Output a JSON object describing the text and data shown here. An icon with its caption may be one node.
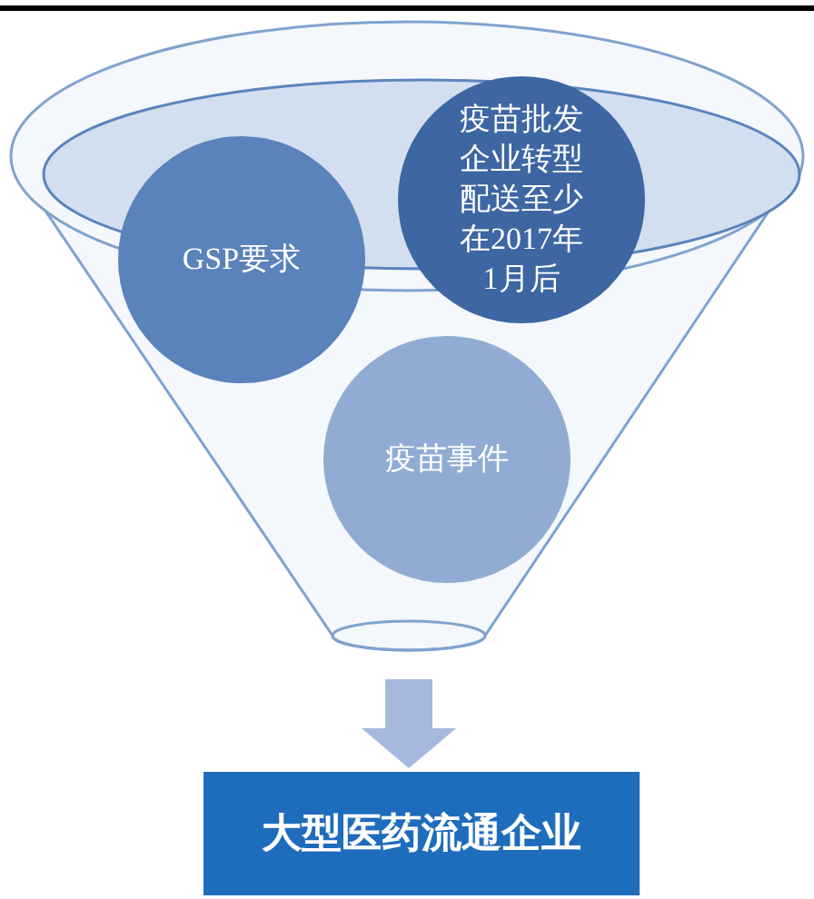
{
  "diagram": {
    "nodes": [
      {
        "text": [],
        "shape": "funnel"
      },
      {
        "text": [
          "GSP要求"
        ],
        "in": 0
      },
      {
        "text": [
          "疫苗批发企业转型配送至少在2017年1月后"
        ]
      },
      {
        "text": [
          "疫苗事件"
        ],
        "in": 0
      },
      {
        "text": [
          "大型医药流通企业"
        ]
      }
    ],
    "edges": [
      {
        "from": 0,
        "to": 4,
        "arrow": "to"
      }
    ]
  }
}
